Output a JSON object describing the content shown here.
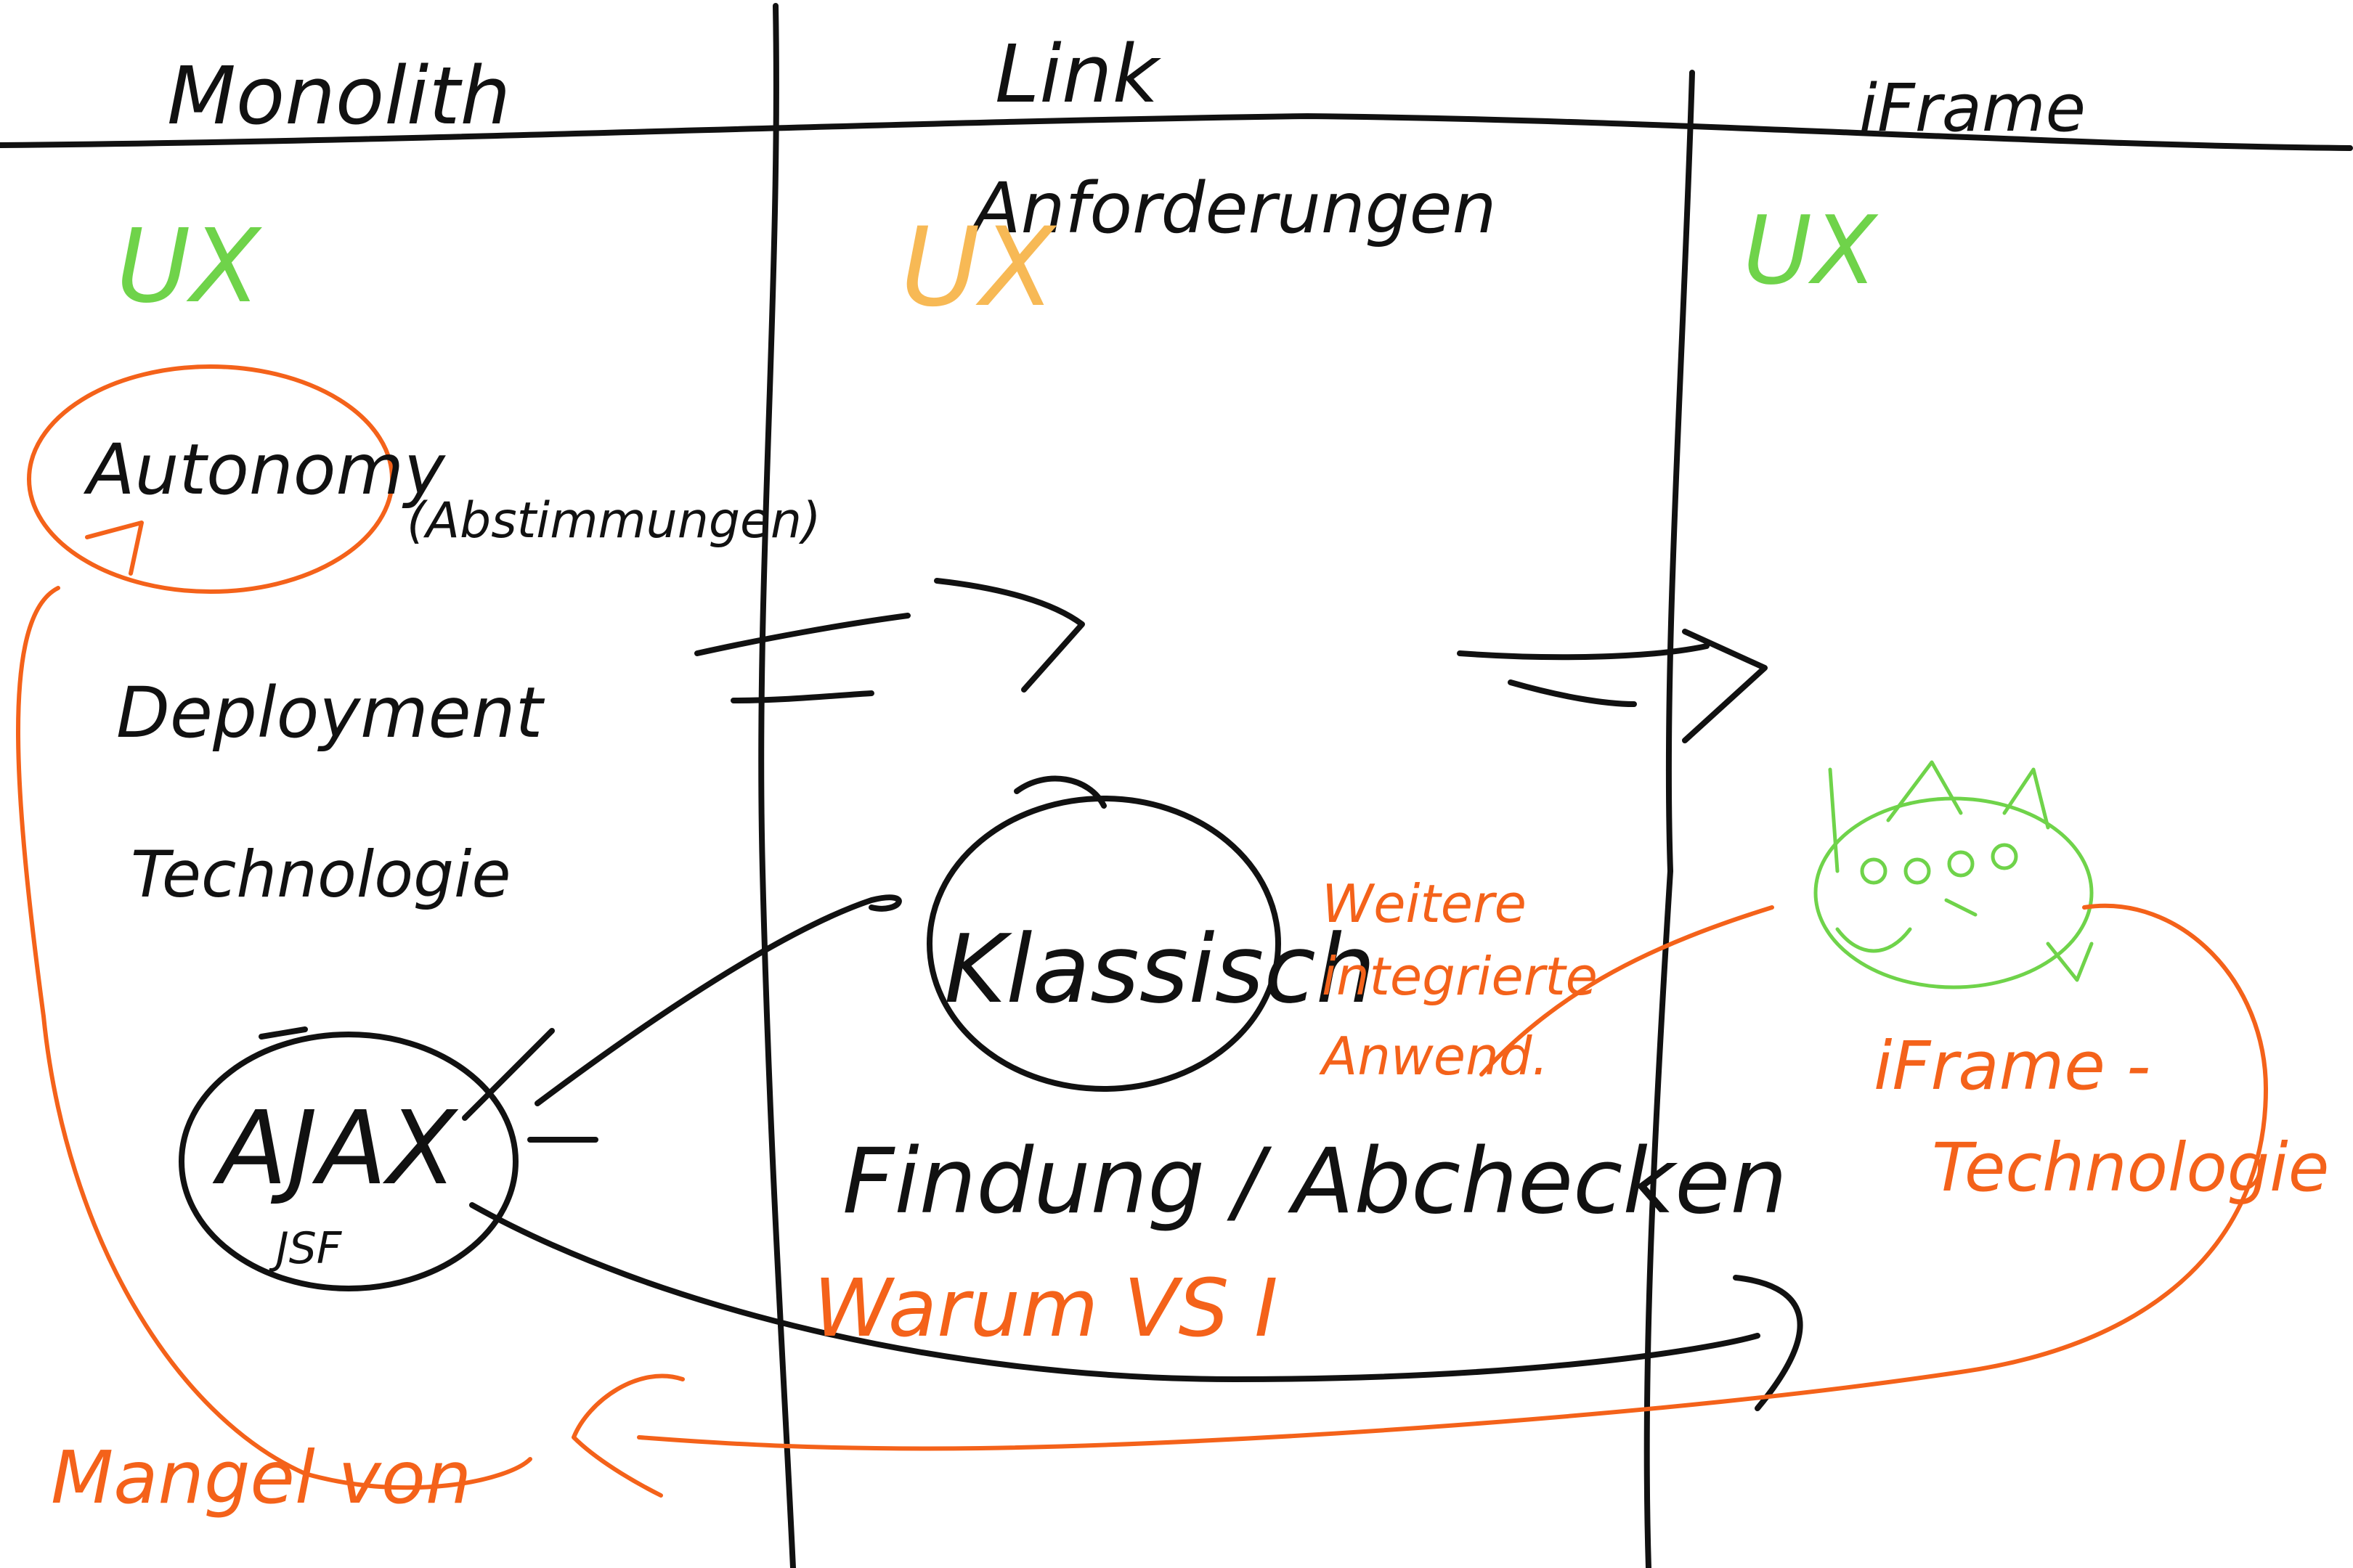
{
  "colors": {
    "ink": "#111111",
    "accent_orange": "#f4621a",
    "accent_green": "#6fd34a",
    "accent_yellow": "#f7b955",
    "background": "#ffffff"
  },
  "columns": {
    "col1_header": "Monolith",
    "col2_header": "Link",
    "col3_header": "iFrame"
  },
  "col1": {
    "ux": "UX",
    "autonomy": "Autonomy",
    "abstimmungen": "(Abstimmungen)",
    "deployment": "Deployment",
    "technologie": "Technologie",
    "ajax": "AJAX",
    "jsf": "JSF",
    "mangel_von": "Mangel von"
  },
  "col2": {
    "anforderungen": "Anforderungen",
    "ux": "UX",
    "klassisch": "Klassisch",
    "findung": "Findung / Abchecken",
    "warum_vs": "Warum VS I",
    "note_line1": "Weitere",
    "note_line2": "integrierte",
    "note_line3": "Anwend."
  },
  "col3": {
    "ux": "UX",
    "iframe_line1": "iFrame -",
    "iframe_line2": "Technologie",
    "doodle": "green-cat-doodle-icon"
  }
}
